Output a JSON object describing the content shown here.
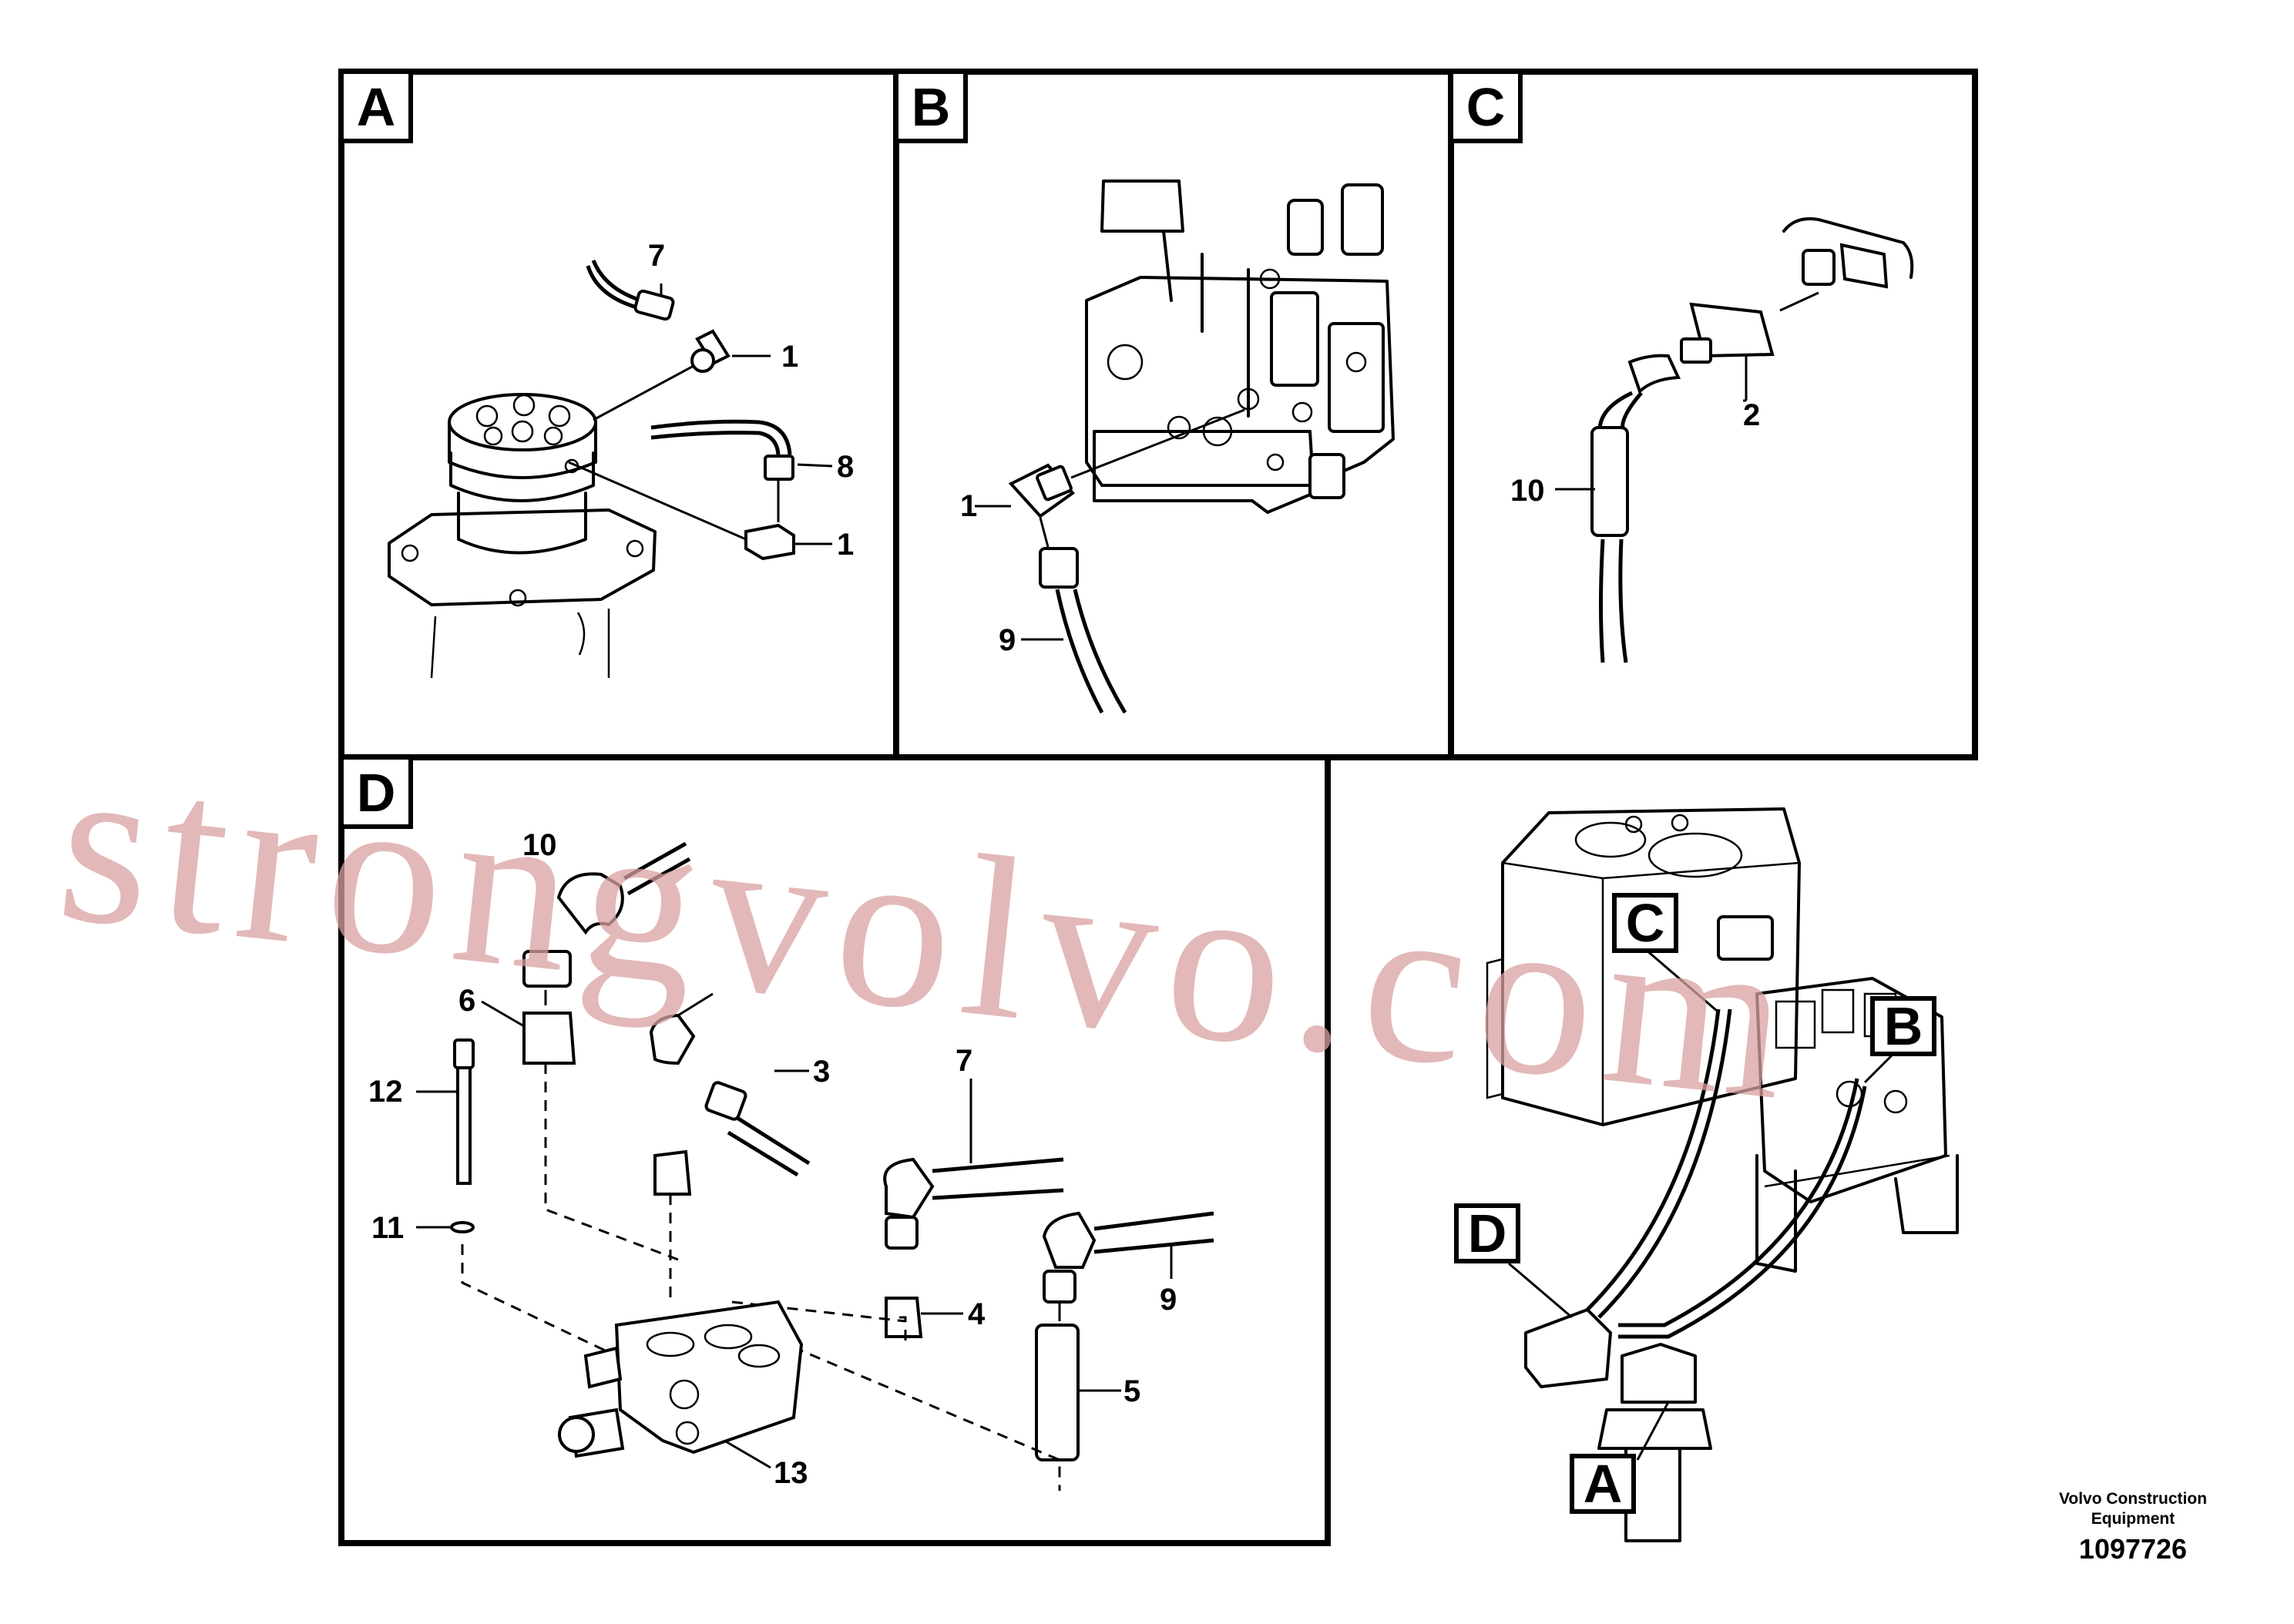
{
  "panels": [
    {
      "id": "A",
      "tag": "A"
    },
    {
      "id": "B",
      "tag": "B"
    },
    {
      "id": "C",
      "tag": "C"
    },
    {
      "id": "D",
      "tag": "D"
    }
  ],
  "overview_tags": {
    "a": "A",
    "b": "B",
    "c": "C",
    "d": "D"
  },
  "callouts": {
    "a_7": "7",
    "a_1_top": "1",
    "a_8": "8",
    "a_1_bottom": "1",
    "b_1": "1",
    "b_9": "9",
    "c_2": "2",
    "c_10": "10",
    "d_10": "10",
    "d_6": "6",
    "d_3": "3",
    "d_7": "7",
    "d_12": "12",
    "d_11": "11",
    "d_4": "4",
    "d_9": "9",
    "d_5": "5",
    "d_13": "13"
  },
  "footer": {
    "line1": "Volvo Construction",
    "line2": "Equipment",
    "part_number": "1097726"
  },
  "watermark": "strongvolvo.com"
}
